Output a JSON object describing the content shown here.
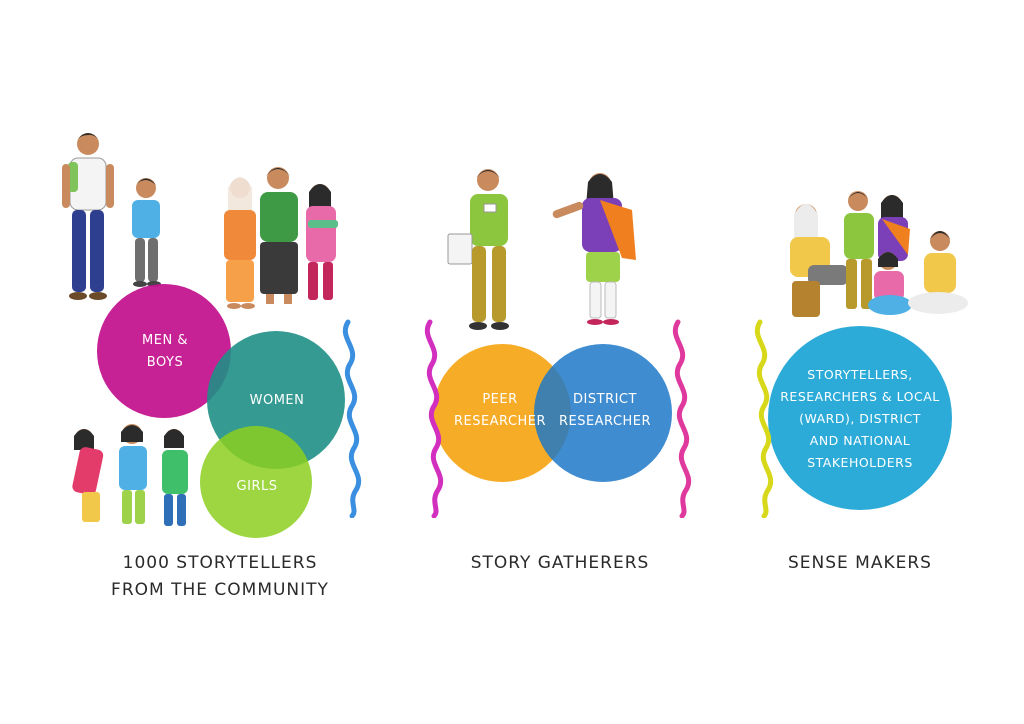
{
  "groups": {
    "community": {
      "caption": "1000 STORYTELLERS\nFROM THE COMMUNITY",
      "circles": {
        "men_boys": {
          "label": "MEN &\nBOYS",
          "color": "#c4168f"
        },
        "women": {
          "label": "WOMEN",
          "color": "#1f8f86"
        },
        "girls": {
          "label": "GIRLS",
          "color": "#8ccf1f"
        }
      }
    },
    "gatherers": {
      "caption": "STORY GATHERERS",
      "circles": {
        "peer": {
          "label": "PEER\nRESEARCHER",
          "color": "#f7a81b"
        },
        "district": {
          "label": "DISTRICT\nRESEARCHER",
          "color": "#1f78c8"
        }
      }
    },
    "sense_makers": {
      "caption": "SENSE MAKERS",
      "circles": {
        "stakeholders": {
          "label": "STORYTELLERS,\nRESEARCHERS & LOCAL\n(WARD), DISTRICT\nAND NATIONAL\nSTAKEHOLDERS",
          "color": "#21a6d6"
        }
      }
    }
  },
  "colors": {
    "wave_blue": "#3a8fe0",
    "wave_magenta": "#d22fbf",
    "wave_pink": "#e0399e",
    "wave_yellow": "#d8d81a"
  },
  "icons": [
    "family-illustration",
    "women-illustration",
    "girls-illustration",
    "researchers-illustration",
    "group-discussion-illustration",
    "wavy-divider"
  ]
}
